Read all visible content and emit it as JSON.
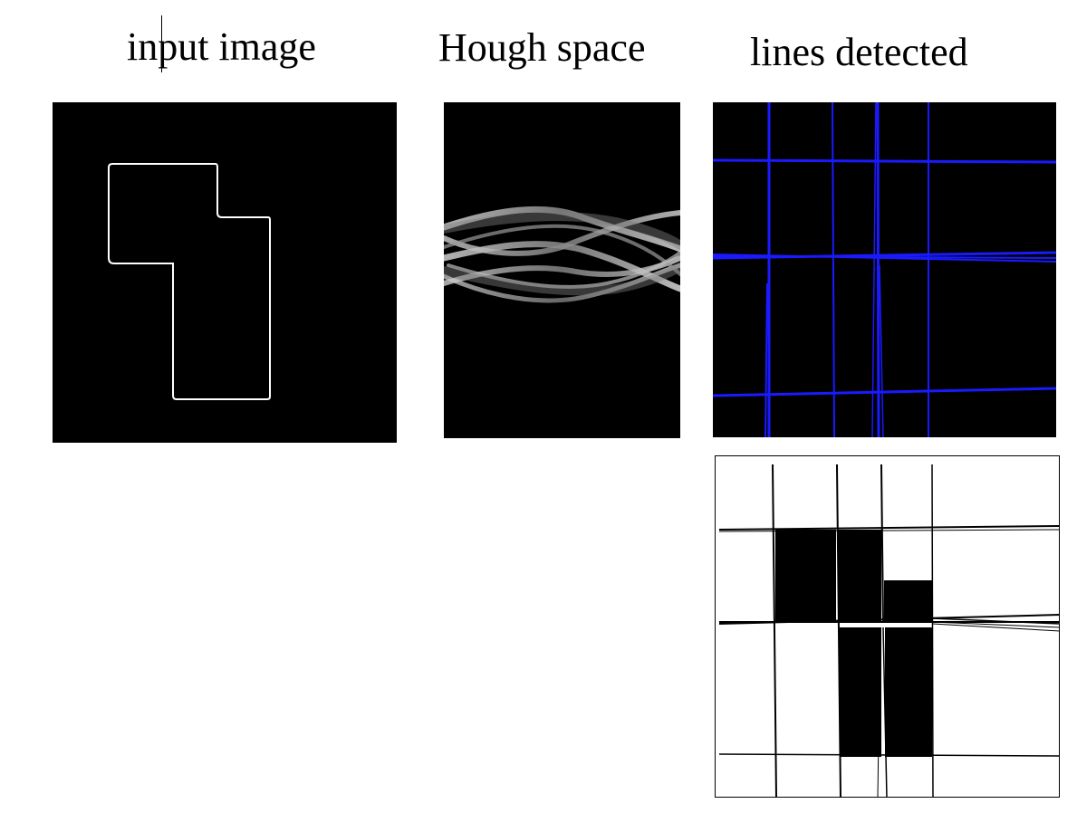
{
  "labels": {
    "input": "input image",
    "hough": "Hough space",
    "lines": "lines detected"
  },
  "colors": {
    "background": "#ffffff",
    "panel_background": "#000000",
    "contour": "#ffffff",
    "detected_line": "#1a1aff",
    "region_line": "#000000"
  }
}
